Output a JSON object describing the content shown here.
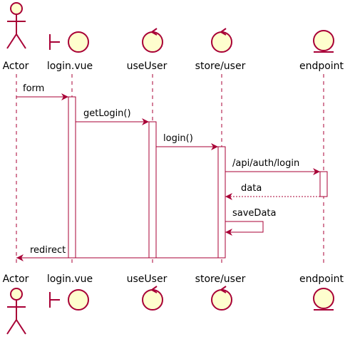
{
  "colors": {
    "fill": "#FEFECE",
    "stroke": "#A80036",
    "lifeline": "#A80036",
    "text": "#000000",
    "background": "#FFFFFF"
  },
  "participants": [
    {
      "key": "actor",
      "label": "Actor",
      "shape": "actor"
    },
    {
      "key": "login_vue",
      "label": "login.vue",
      "shape": "boundary"
    },
    {
      "key": "use_user",
      "label": "useUser",
      "shape": "control"
    },
    {
      "key": "store_user",
      "label": "store/user",
      "shape": "control"
    },
    {
      "key": "endpoint",
      "label": "endpoint",
      "shape": "entity"
    }
  ],
  "messages": [
    {
      "from": "actor",
      "to": "login_vue",
      "label": "form"
    },
    {
      "from": "login_vue",
      "to": "use_user",
      "label": "getLogin()"
    },
    {
      "from": "use_user",
      "to": "store_user",
      "label": "login()"
    },
    {
      "from": "store_user",
      "to": "endpoint",
      "label": "/api/auth/login"
    },
    {
      "from": "endpoint",
      "to": "store_user",
      "label": "data",
      "style": "return"
    },
    {
      "from": "store_user",
      "to": "store_user",
      "label": "saveData",
      "style": "self"
    },
    {
      "from": "store_user",
      "to": "actor",
      "label": "redirect"
    }
  ]
}
